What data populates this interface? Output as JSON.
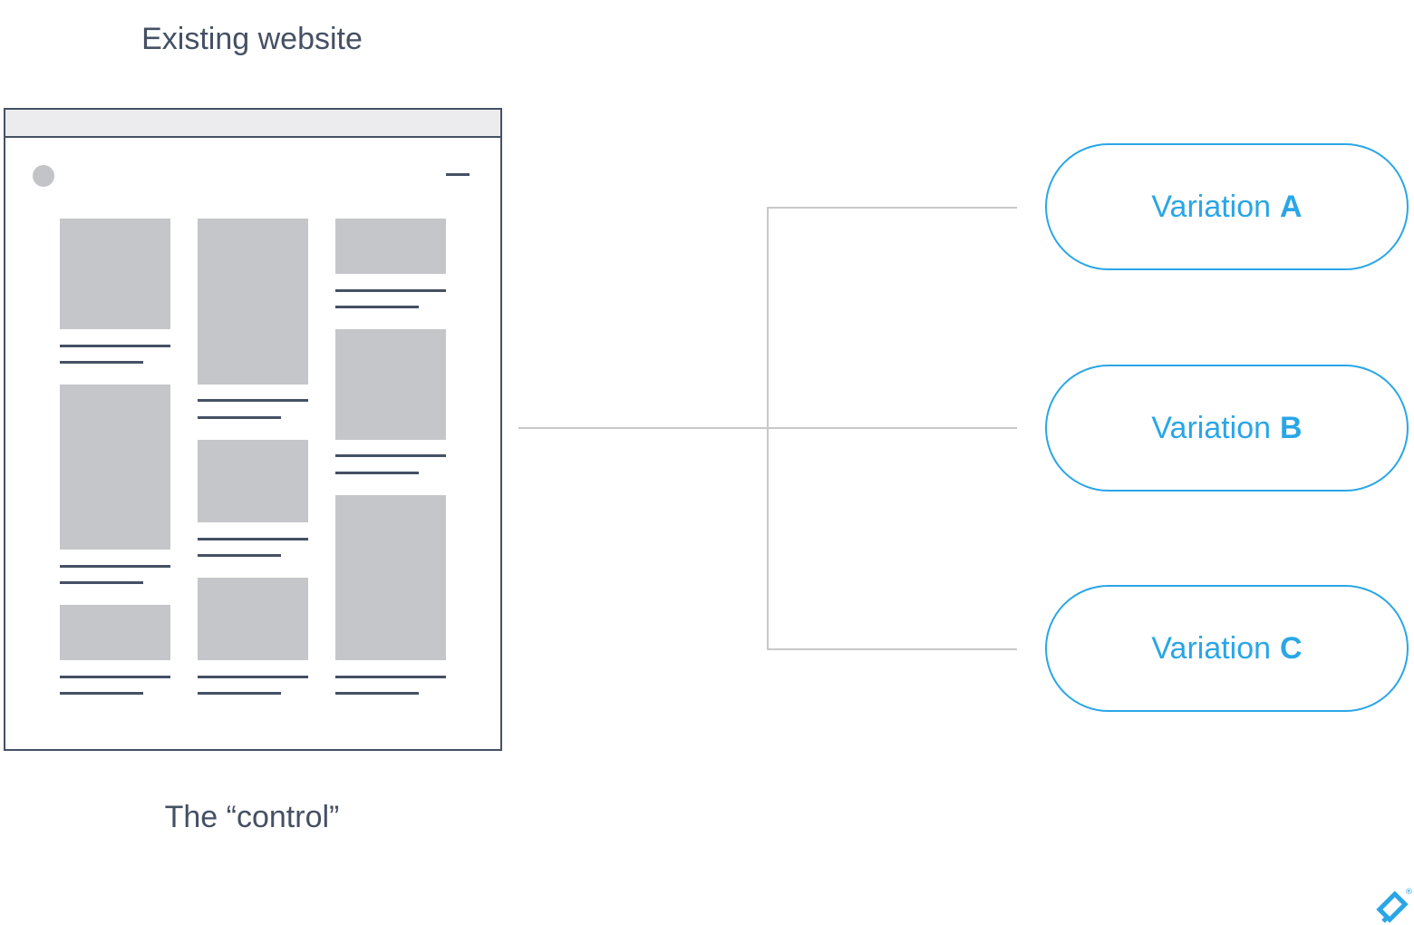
{
  "captions": {
    "top": "Existing website",
    "bottom": "The “control”"
  },
  "variations": [
    {
      "prefix": "Variation",
      "letter": "A"
    },
    {
      "prefix": "Variation",
      "letter": "B"
    },
    {
      "prefix": "Variation",
      "letter": "C"
    }
  ],
  "colors": {
    "accent": "#2aa6e6",
    "ink": "#455064",
    "placeholder": "#c5c6c9",
    "connector": "#c8c8c8"
  },
  "icons": {
    "brand": "toptal-logo-icon",
    "registered": "®"
  }
}
